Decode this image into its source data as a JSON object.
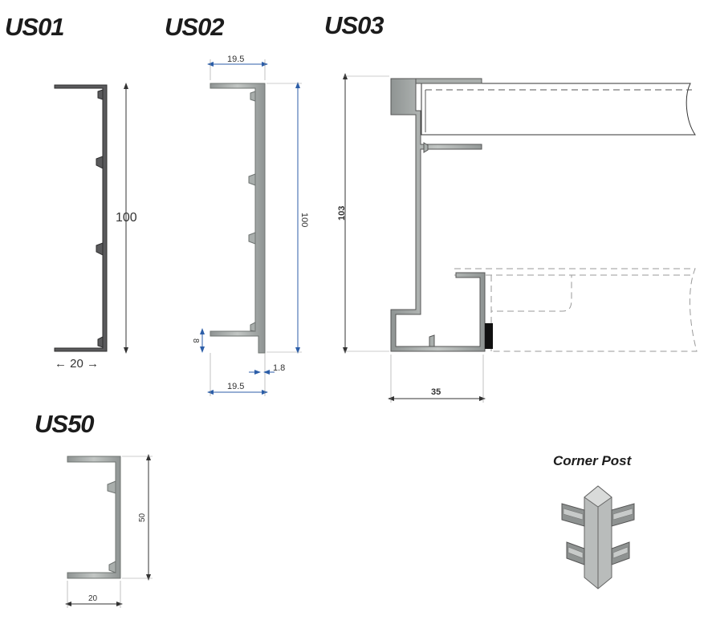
{
  "titles": {
    "us01": "US01",
    "us02": "US02",
    "us03": "US03",
    "us50": "US50",
    "corner_post": "Corner Post"
  },
  "us01": {
    "height": "100",
    "width": "← 20 →"
  },
  "us02": {
    "top_width": "19.5",
    "height": "100",
    "lip": "8",
    "bottom_width": "19.5",
    "thickness": "1.8"
  },
  "us03": {
    "height": "103",
    "width": "35"
  },
  "us50": {
    "height": "50",
    "width": "20"
  },
  "colors": {
    "profile_dark": "#5a5a5c",
    "profile_light": "#a9aeac",
    "dimension_blue": "#2c5ea8",
    "dimension_gray": "#555555"
  }
}
